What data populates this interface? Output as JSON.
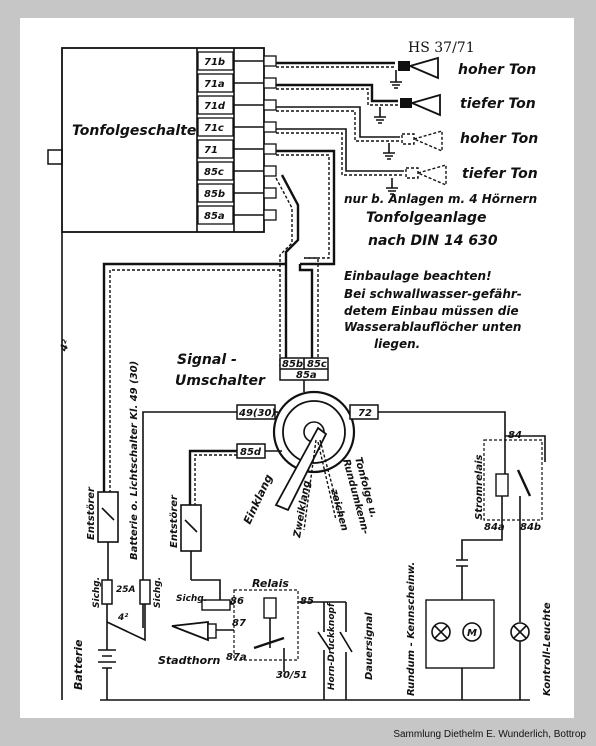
{
  "doc_id": "HS 37/71",
  "credit": "Sammlung Diethelm E. Wunderlich, Bottrop",
  "tonfolgeschalter": {
    "label": "Tonfolgeschalter",
    "pins": [
      "71b",
      "71a",
      "71d",
      "71c",
      "71",
      "85c",
      "85b",
      "85a"
    ]
  },
  "horns": [
    "hoher Ton",
    "tiefer Ton",
    "hoher Ton",
    "tiefer Ton"
  ],
  "notes": {
    "horns_note": "nur b. Anlagen m. 4 Hörnern",
    "title_1": "Tonfolgeanlage",
    "title_2": "nach DIN 14 630",
    "install_1": "Einbaulage beachten!",
    "install_2": "Bei schwallwasser-gefähr-",
    "install_3": "detem Einbau müssen die",
    "install_4": "Wasserablauflöcher unten",
    "install_5": "liegen."
  },
  "signal_switch": {
    "label_1": "Signal -",
    "label_2": "Umschalter",
    "pin_85b": "85b",
    "pin_85c": "85c",
    "pin_85a": "85a",
    "pin_49": "49(30)",
    "pin_72": "72",
    "pin_85d": "85d",
    "pos_einklang": "Einklang",
    "pos_zweiklang": "Zweiklang",
    "pos_tonfolge_1": "Tonfolge u.",
    "pos_tonfolge_2": "Rundumkenn-",
    "pos_tonfolge_3": "zeichen"
  },
  "wire_labels": {
    "w4": "4²",
    "w4b": "4²",
    "fuse_25a": "25A"
  },
  "components": {
    "entstoerer_1": "Entstörer",
    "entstoerer_2": "Entstörer",
    "batterie_lichtschalter": "Batterie o. Lichtschalter Kl. 49 (30)",
    "sichg_1": "Sichg.",
    "sichg_2": "Sichg.",
    "sichg_3": "Sichg.",
    "batterie": "Batterie",
    "stadthorn": "Stadthorn",
    "relais": "Relais",
    "relais_86": "86",
    "relais_85": "85",
    "relais_87": "87",
    "relais_87a": "87a",
    "relais_30": "30/51",
    "horn_druckknopf": "Horn-Druckknopf",
    "dauersignal": "Dauersignal",
    "rundum_kennscheinw": "Rundum - Kennscheinw.",
    "stromrelais": "Stromrelais",
    "sr_84": "84",
    "sr_84a": "84a",
    "sr_84b": "84b",
    "kontroll_leuchte": "Kontroll-Leuchte"
  }
}
